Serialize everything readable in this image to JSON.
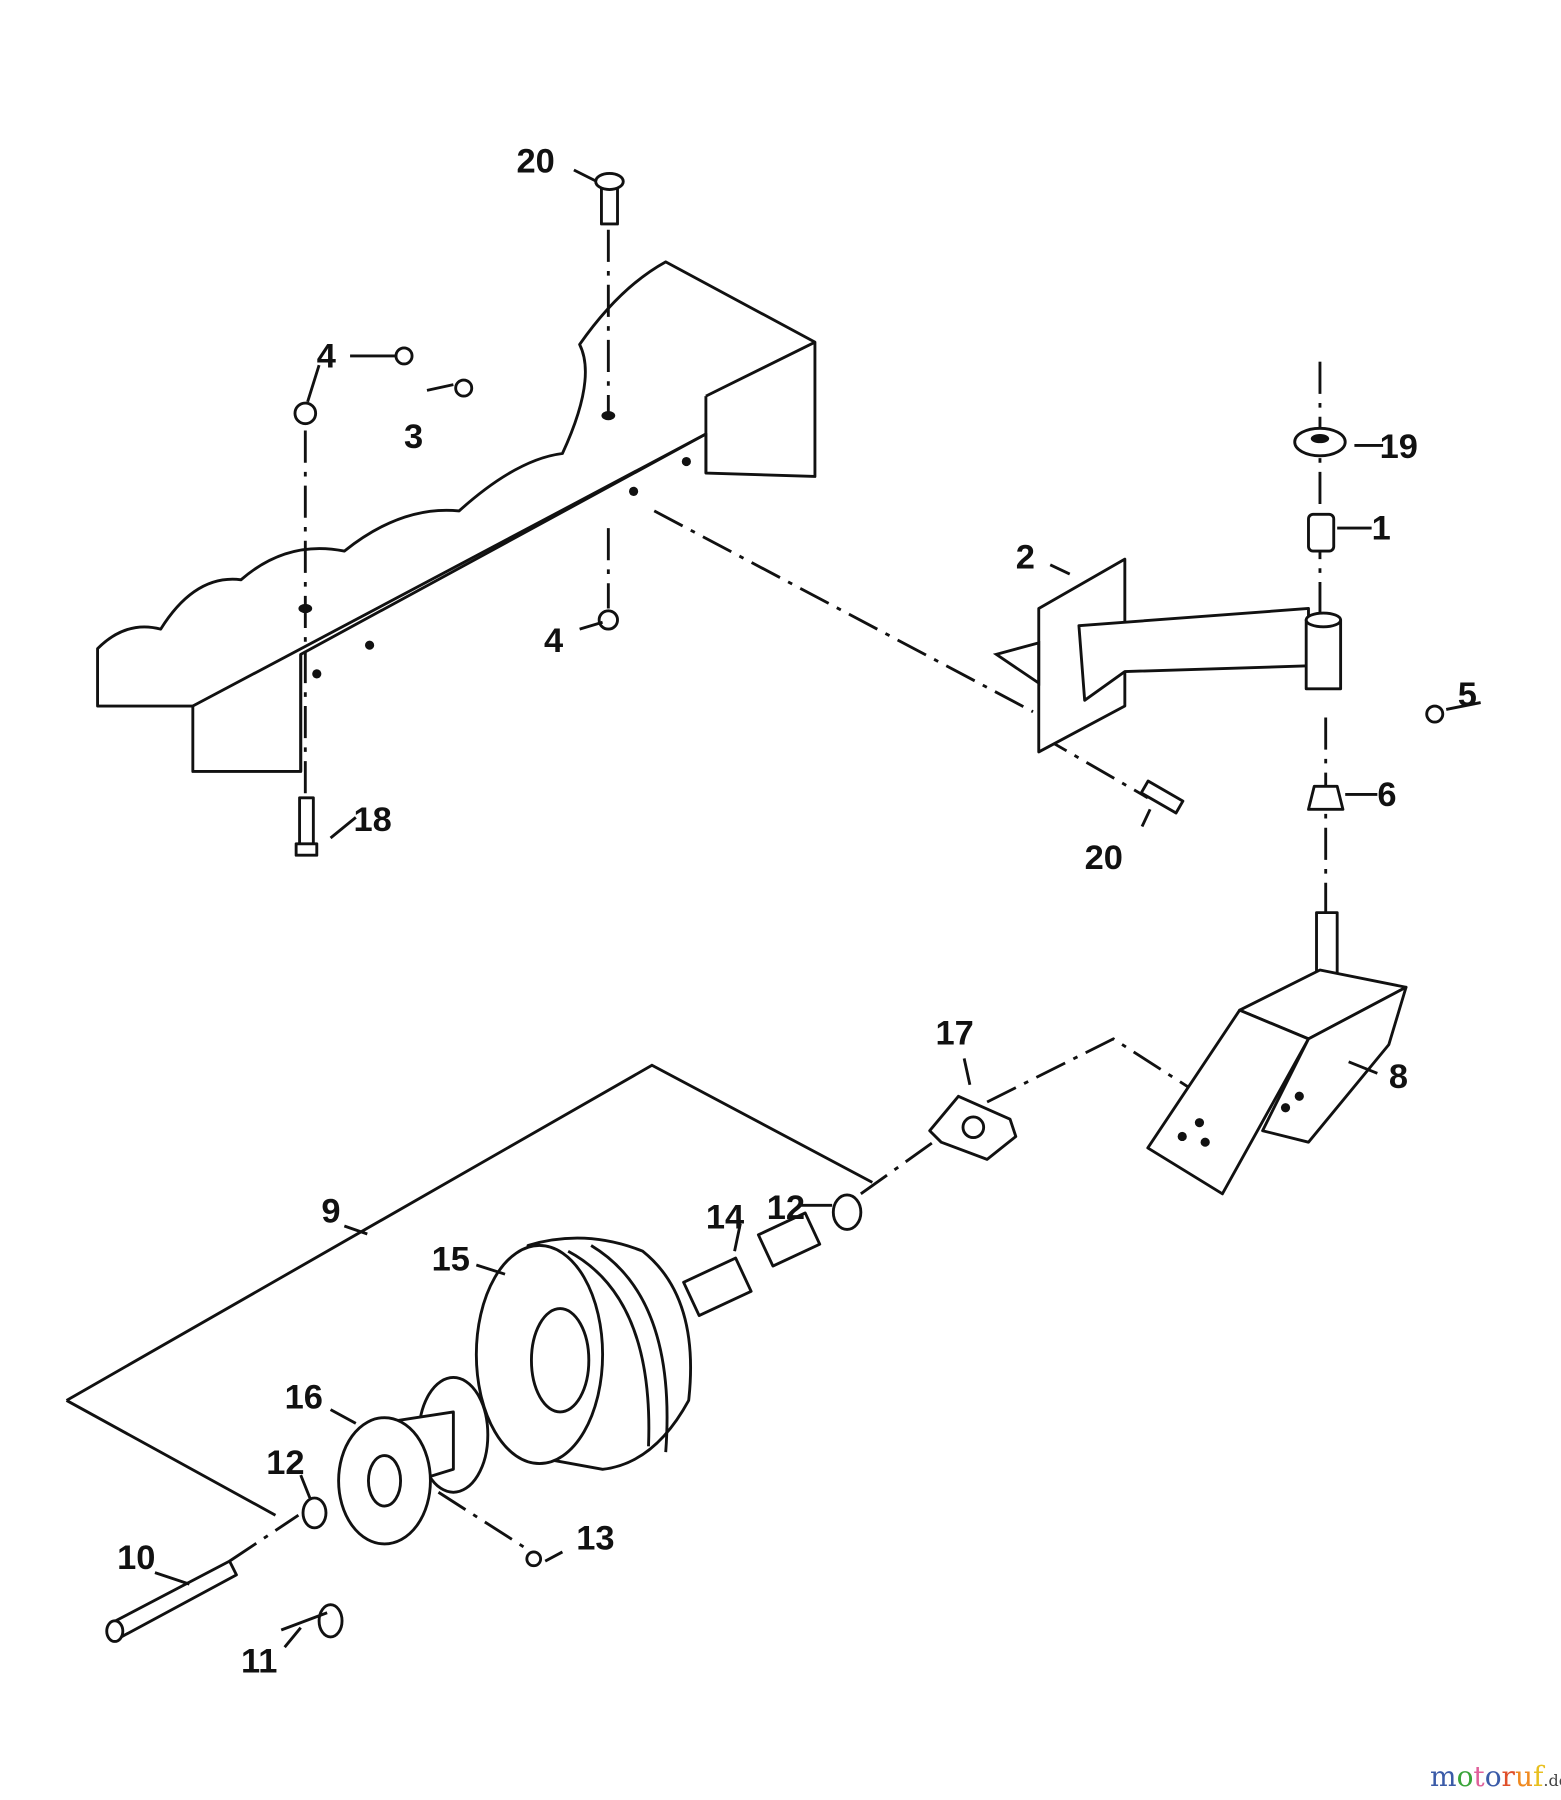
{
  "diagram": {
    "callouts": [
      "20",
      "4",
      "3",
      "19",
      "1",
      "2",
      "5",
      "4",
      "6",
      "18",
      "20",
      "17",
      "8",
      "12",
      "9",
      "14",
      "15",
      "16",
      "12",
      "13",
      "10",
      "11"
    ]
  },
  "watermark": {
    "letters": [
      "m",
      "o",
      "t",
      "o",
      "r",
      "u",
      "f"
    ],
    "colors": [
      "#3b5ba8",
      "#3aa43a",
      "#e0609a",
      "#3b5ba8",
      "#e0502a",
      "#f08a20",
      "#e8c020"
    ],
    "tld": ".de"
  }
}
